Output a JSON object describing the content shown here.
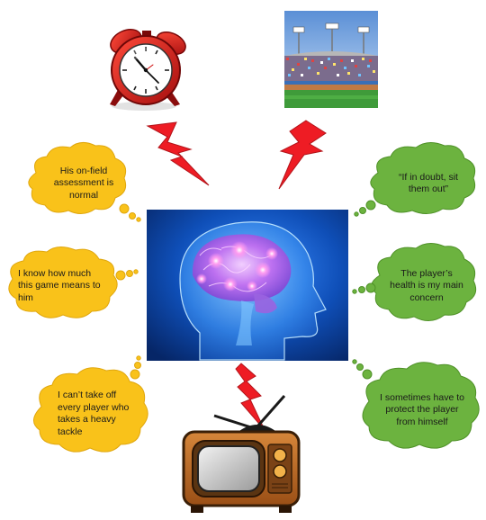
{
  "thoughts": {
    "left": [
      {
        "text": "His on-field assessment is normal"
      },
      {
        "text": "I know how much this game means to him"
      },
      {
        "text": "I can’t take off every player who takes a heavy tackle"
      }
    ],
    "right": [
      {
        "text": "“If in doubt, sit them out”"
      },
      {
        "text": "The player’s health is my main concern"
      },
      {
        "text": "I sometimes have to protect the player from himself"
      }
    ]
  },
  "icons": {
    "top_left": "alarm-clock-icon",
    "top_right": "stadium-icon",
    "center": "brain-head-icon",
    "bottom": "television-icon",
    "arrows": "lightning-bolt-icon"
  },
  "colors": {
    "left_bubble": "#f9c21a",
    "right_bubble": "#6cb33f",
    "bolt": "#ee1c24",
    "brain_bg": "#0b3a8a"
  }
}
